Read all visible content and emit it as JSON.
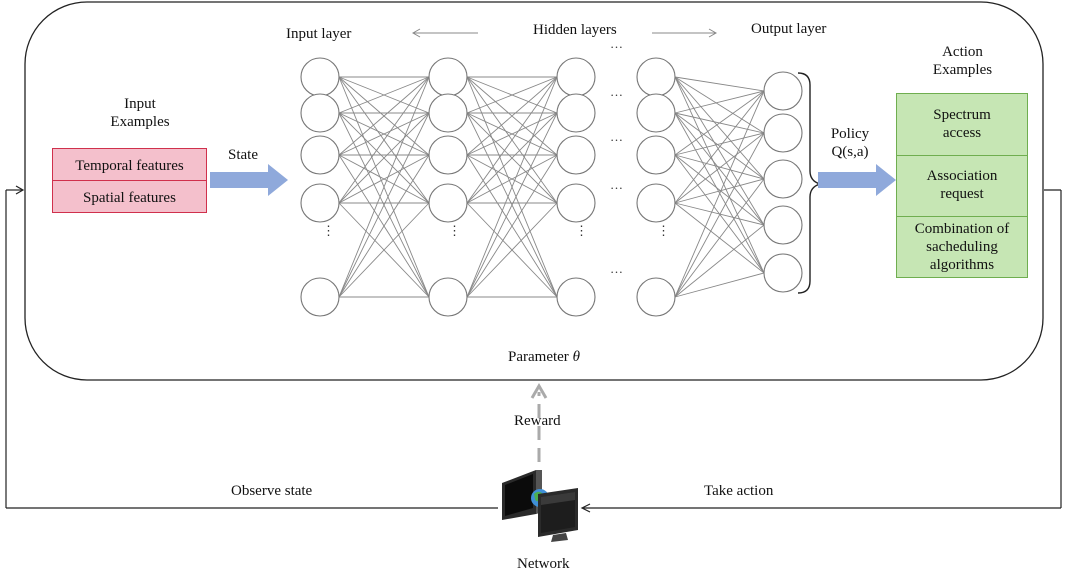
{
  "labels": {
    "input_layer": "Input layer",
    "hidden_layers": "Hidden layers",
    "output_layer": "Output layer",
    "input_examples": "Input\nExamples",
    "action_examples": "Action\nExamples",
    "state": "State",
    "policy": "Policy\nQ(s,a)",
    "parameter_prefix": "Parameter ",
    "parameter_symbol": "θ",
    "reward": "Reward",
    "observe_state": "Observe state",
    "take_action": "Take action",
    "network": "Network",
    "ellipsis_h": "…",
    "ellipsis_v": "⋮"
  },
  "inputs": [
    "Temporal features",
    "Spatial features"
  ],
  "actions": [
    "Spectrum\naccess",
    "Association\nrequest",
    "Combination of\nsacheduling\nalgorithms"
  ],
  "colors": {
    "input_fill": "#f4c0cc",
    "input_border": "#d0304c",
    "action_fill": "#c6e6b4",
    "action_border": "#6fae4f",
    "big_arrow": "#8fa9db",
    "edge": "#888888"
  },
  "icons": {
    "network": "network-computer-icon"
  }
}
